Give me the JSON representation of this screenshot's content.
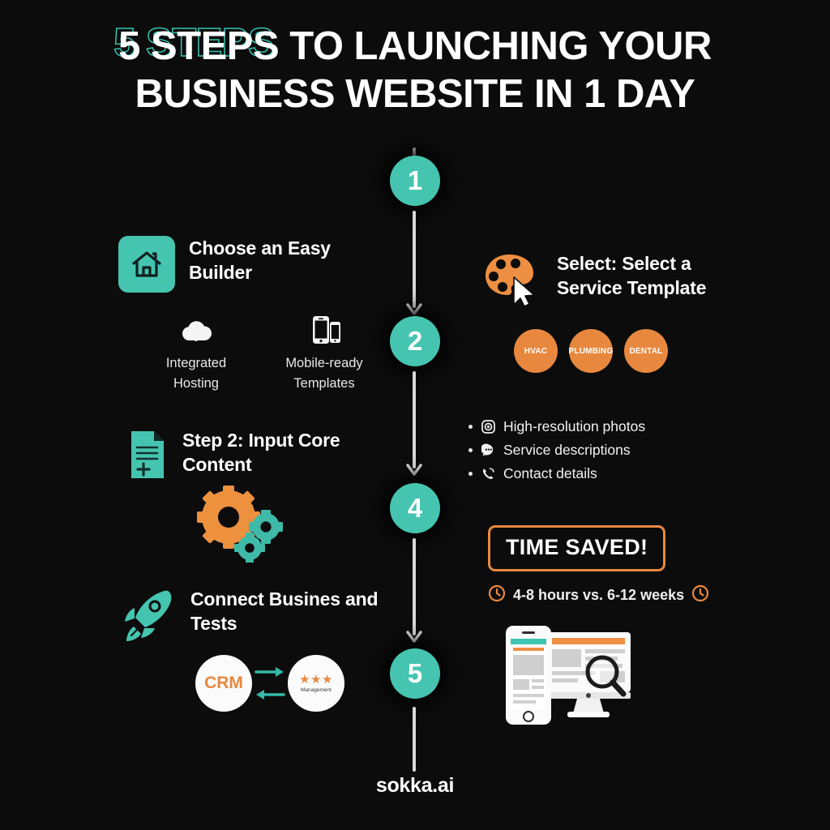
{
  "theme": {
    "background": "#0c0c0c",
    "teal": "#45c4b0",
    "orange": "#e8883f",
    "white": "#ffffff",
    "line": "#d8d8d8"
  },
  "title": {
    "line1_glitch": "5 STEPS",
    "line1_rest": " TO LAUNCHING YOUR",
    "line2": "BUSINESS WEBSITE IN 1 DAY"
  },
  "timeline": {
    "nodes": [
      {
        "label": "1"
      },
      {
        "label": "2"
      },
      {
        "label": "4"
      },
      {
        "label": "5"
      }
    ]
  },
  "left_column": [
    {
      "icon": "home-icon",
      "heading": "Choose an Easy Builder",
      "features": [
        {
          "icon": "cloud-download-icon",
          "label": "Integrated Hosting"
        },
        {
          "icon": "mobile-devices-icon",
          "label": "Mobile-ready Templates"
        }
      ]
    },
    {
      "icon": "document-plus-icon",
      "heading": "Step 2: Input Core Content",
      "decor": "gears-icon"
    },
    {
      "icon": "rocket-icon",
      "heading": "Connect Busines and Tests",
      "integration": {
        "left_label": "CRM",
        "right_stars": "★★★",
        "right_label": "Management"
      }
    }
  ],
  "right_column": {
    "template": {
      "icon": "palette-cursor-icon",
      "heading": "Select: Select a Service Template",
      "chips": [
        "HVAC",
        "PLUMBING",
        "DENTAL"
      ]
    },
    "bullets": [
      {
        "icon": "camera-icon",
        "label": "High-resolution photos"
      },
      {
        "icon": "chat-bubble-icon",
        "label": "Service descriptions"
      },
      {
        "icon": "phone-icon",
        "label": "Contact details"
      }
    ],
    "time_saved": {
      "badge": "TIME SAVED!",
      "comparison": "4-8 hours vs. 6-12 weeks",
      "left_icon": "clock-icon",
      "right_icon": "clock-icon"
    },
    "devices": "responsive-preview-icon"
  },
  "footer": {
    "brand": "sokka.ai"
  }
}
